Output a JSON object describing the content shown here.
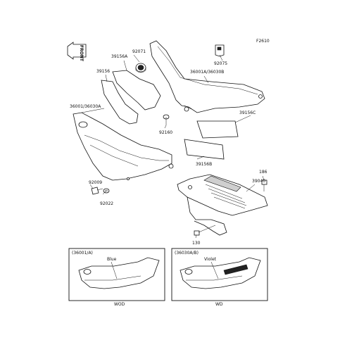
{
  "diagram_code": "F2610",
  "front_label": "FRONT",
  "callouts": {
    "p92071": "92071",
    "p92075": "92075",
    "p39156A": "39156A",
    "p36001A_36030B": "36001A/36030B",
    "p39156": "39156",
    "p36001_36030A": "36001/36030A",
    "p39156C": "39156C",
    "p92160": "92160",
    "p39156B": "39156B",
    "p186": "186",
    "p39040": "39040",
    "p92009": "92009",
    "p92022": "92022",
    "p130": "130"
  },
  "detail_boxes": [
    {
      "part_ref": "(36001/A)",
      "color_label": "Blue",
      "model": "WOD"
    },
    {
      "part_ref": "(36030A/B)",
      "color_label": "Violet",
      "model": "WD"
    }
  ]
}
